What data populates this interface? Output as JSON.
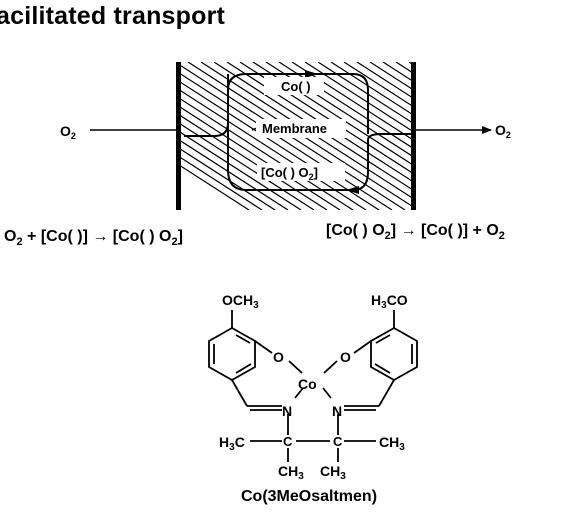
{
  "title": "acilitated transport",
  "diagram": {
    "o2_in": "O2",
    "o2_out": "O2",
    "carrier_free": "Co( )",
    "membrane": "Membrane",
    "carrier_bound": "[Co( ) O2]"
  },
  "equations": {
    "left": [
      "O",
      "2",
      " + [Co( )] ",
      "→",
      " [Co( ) O",
      "2",
      "]"
    ],
    "right": [
      "[Co( ) O",
      "2",
      "] ",
      "→",
      " [Co( )] + O",
      "2"
    ]
  },
  "structure": {
    "left_methoxy": "OCH3",
    "right_methoxy": "H3CO",
    "o_left": "O",
    "o_right": "O",
    "metal": "Co",
    "n_left": "N",
    "n_right": "N",
    "methyl_left": "H3C",
    "methyl_right": "CH3",
    "methyl_down_left": "CH3",
    "methyl_down_right": "CH3",
    "carbon_left": "C",
    "carbon_right": "C"
  },
  "compound_name": "Co(3MeOsaltmen)"
}
